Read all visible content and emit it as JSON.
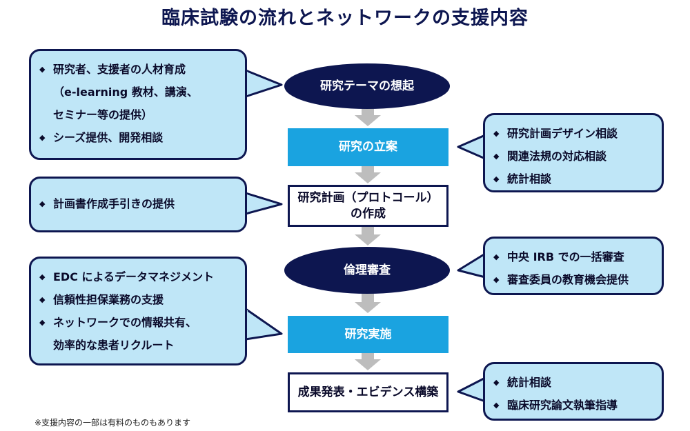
{
  "title": "臨床試験の流れとネットワークの支援内容",
  "flow": [
    {
      "id": "n1",
      "label": "研究テーマの想起",
      "shape": "ellipse"
    },
    {
      "id": "n2",
      "label": "研究の立案",
      "shape": "rect-blue"
    },
    {
      "id": "n3",
      "label_lines": [
        "研究計画（プロトコール）",
        "の作成"
      ],
      "shape": "rect-white"
    },
    {
      "id": "n4",
      "label": "倫理審査",
      "shape": "ellipse"
    },
    {
      "id": "n5",
      "label": "研究実施",
      "shape": "rect-blue"
    },
    {
      "id": "n6",
      "label": "成果発表・エビデンス構築",
      "shape": "rect-white"
    }
  ],
  "bubbles": {
    "left1": {
      "items": [
        {
          "bullet": "◆",
          "text": "研究者、支援者の人材育成",
          "cont": [
            "（e-learning 教材、講演、",
            "セミナー等の提供）"
          ]
        },
        {
          "bullet": "◆",
          "text": "シーズ提供、開発相談",
          "cont": []
        }
      ]
    },
    "left2": {
      "items": [
        {
          "bullet": "◆",
          "text": "計画書作成手引きの提供",
          "cont": []
        }
      ]
    },
    "left3": {
      "items": [
        {
          "bullet": "◆",
          "text": "EDC によるデータマネジメント",
          "cont": []
        },
        {
          "bullet": "◆",
          "text": "信頼性担保業務の支援",
          "cont": []
        },
        {
          "bullet": "◆",
          "text": "ネットワークでの情報共有、",
          "cont": [
            "効率的な患者リクルート"
          ]
        }
      ]
    },
    "right1": {
      "items": [
        {
          "bullet": "◆",
          "text": "研究計画デザイン相談",
          "cont": []
        },
        {
          "bullet": "◆",
          "text": "関連法規の対応相談",
          "cont": []
        },
        {
          "bullet": "◆",
          "text": "統計相談",
          "cont": []
        }
      ]
    },
    "right2": {
      "items": [
        {
          "bullet": "◆",
          "text": "中央 IRB での一括審査",
          "cont": []
        },
        {
          "bullet": "◆",
          "text": "審査委員の教育機会提供",
          "cont": []
        }
      ]
    },
    "right3": {
      "items": [
        {
          "bullet": "◆",
          "text": "統計相談",
          "cont": []
        },
        {
          "bullet": "◆",
          "text": "臨床研究論文執筆指導",
          "cont": []
        }
      ]
    }
  },
  "footnote": "※支援内容の一部は有料のものもあります",
  "colors": {
    "navy": "#0d1650",
    "blue": "#1aa3e0",
    "bubble_fill": "#bfe6f7",
    "arrow": "#bdbdbd"
  }
}
